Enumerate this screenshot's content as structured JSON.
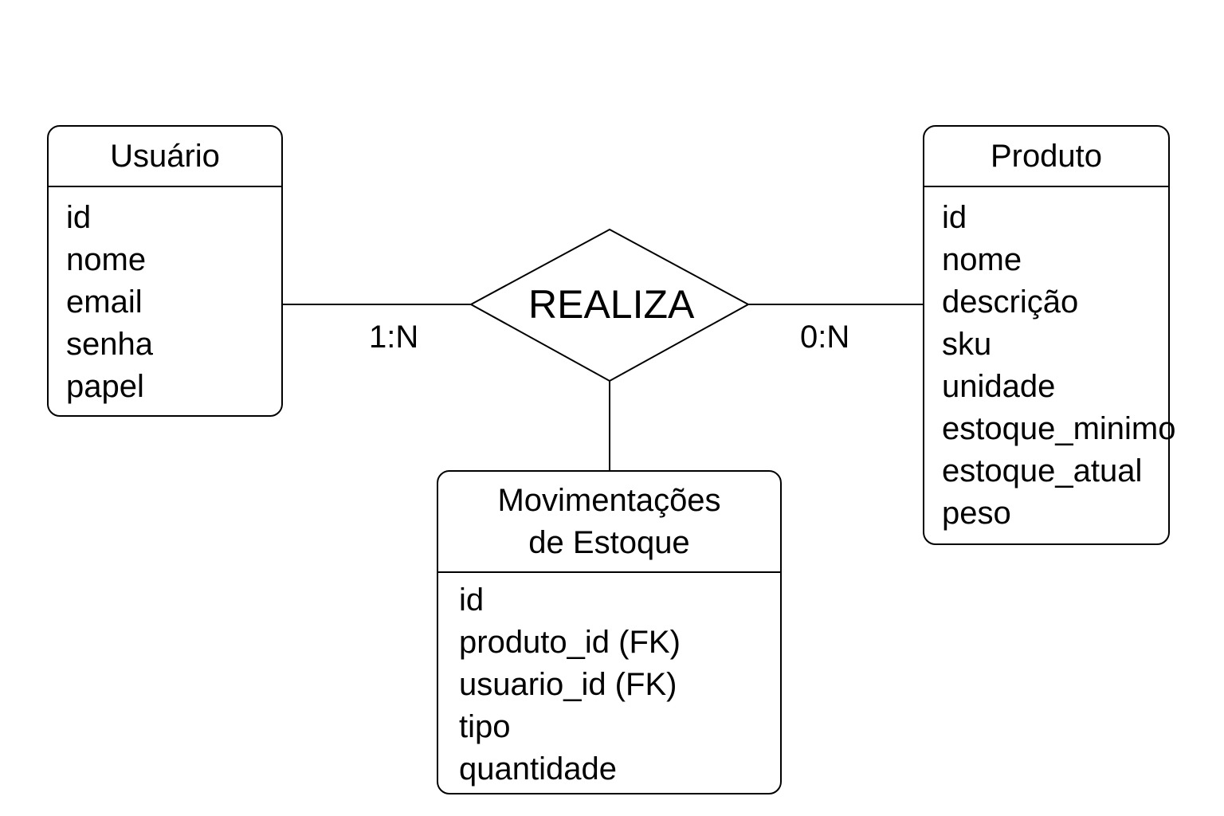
{
  "entities": {
    "usuario": {
      "title": "Usuário",
      "attributes": [
        "id",
        "nome",
        "email",
        "senha",
        "papel"
      ]
    },
    "produto": {
      "title": "Produto",
      "attributes": [
        "id",
        "nome",
        "descrição",
        "sku",
        "unidade",
        "estoque_minimo",
        "estoque_atual",
        "peso"
      ]
    },
    "movimentacoes": {
      "title": "Movimentações\nde Estoque",
      "attributes": [
        "id",
        "produto_id (FK)",
        "usuario_id (FK)",
        "tipo",
        "quantidade"
      ]
    }
  },
  "relationship": {
    "label": "REALIZA",
    "cardinality_left": "1:N",
    "cardinality_right": "0:N"
  }
}
